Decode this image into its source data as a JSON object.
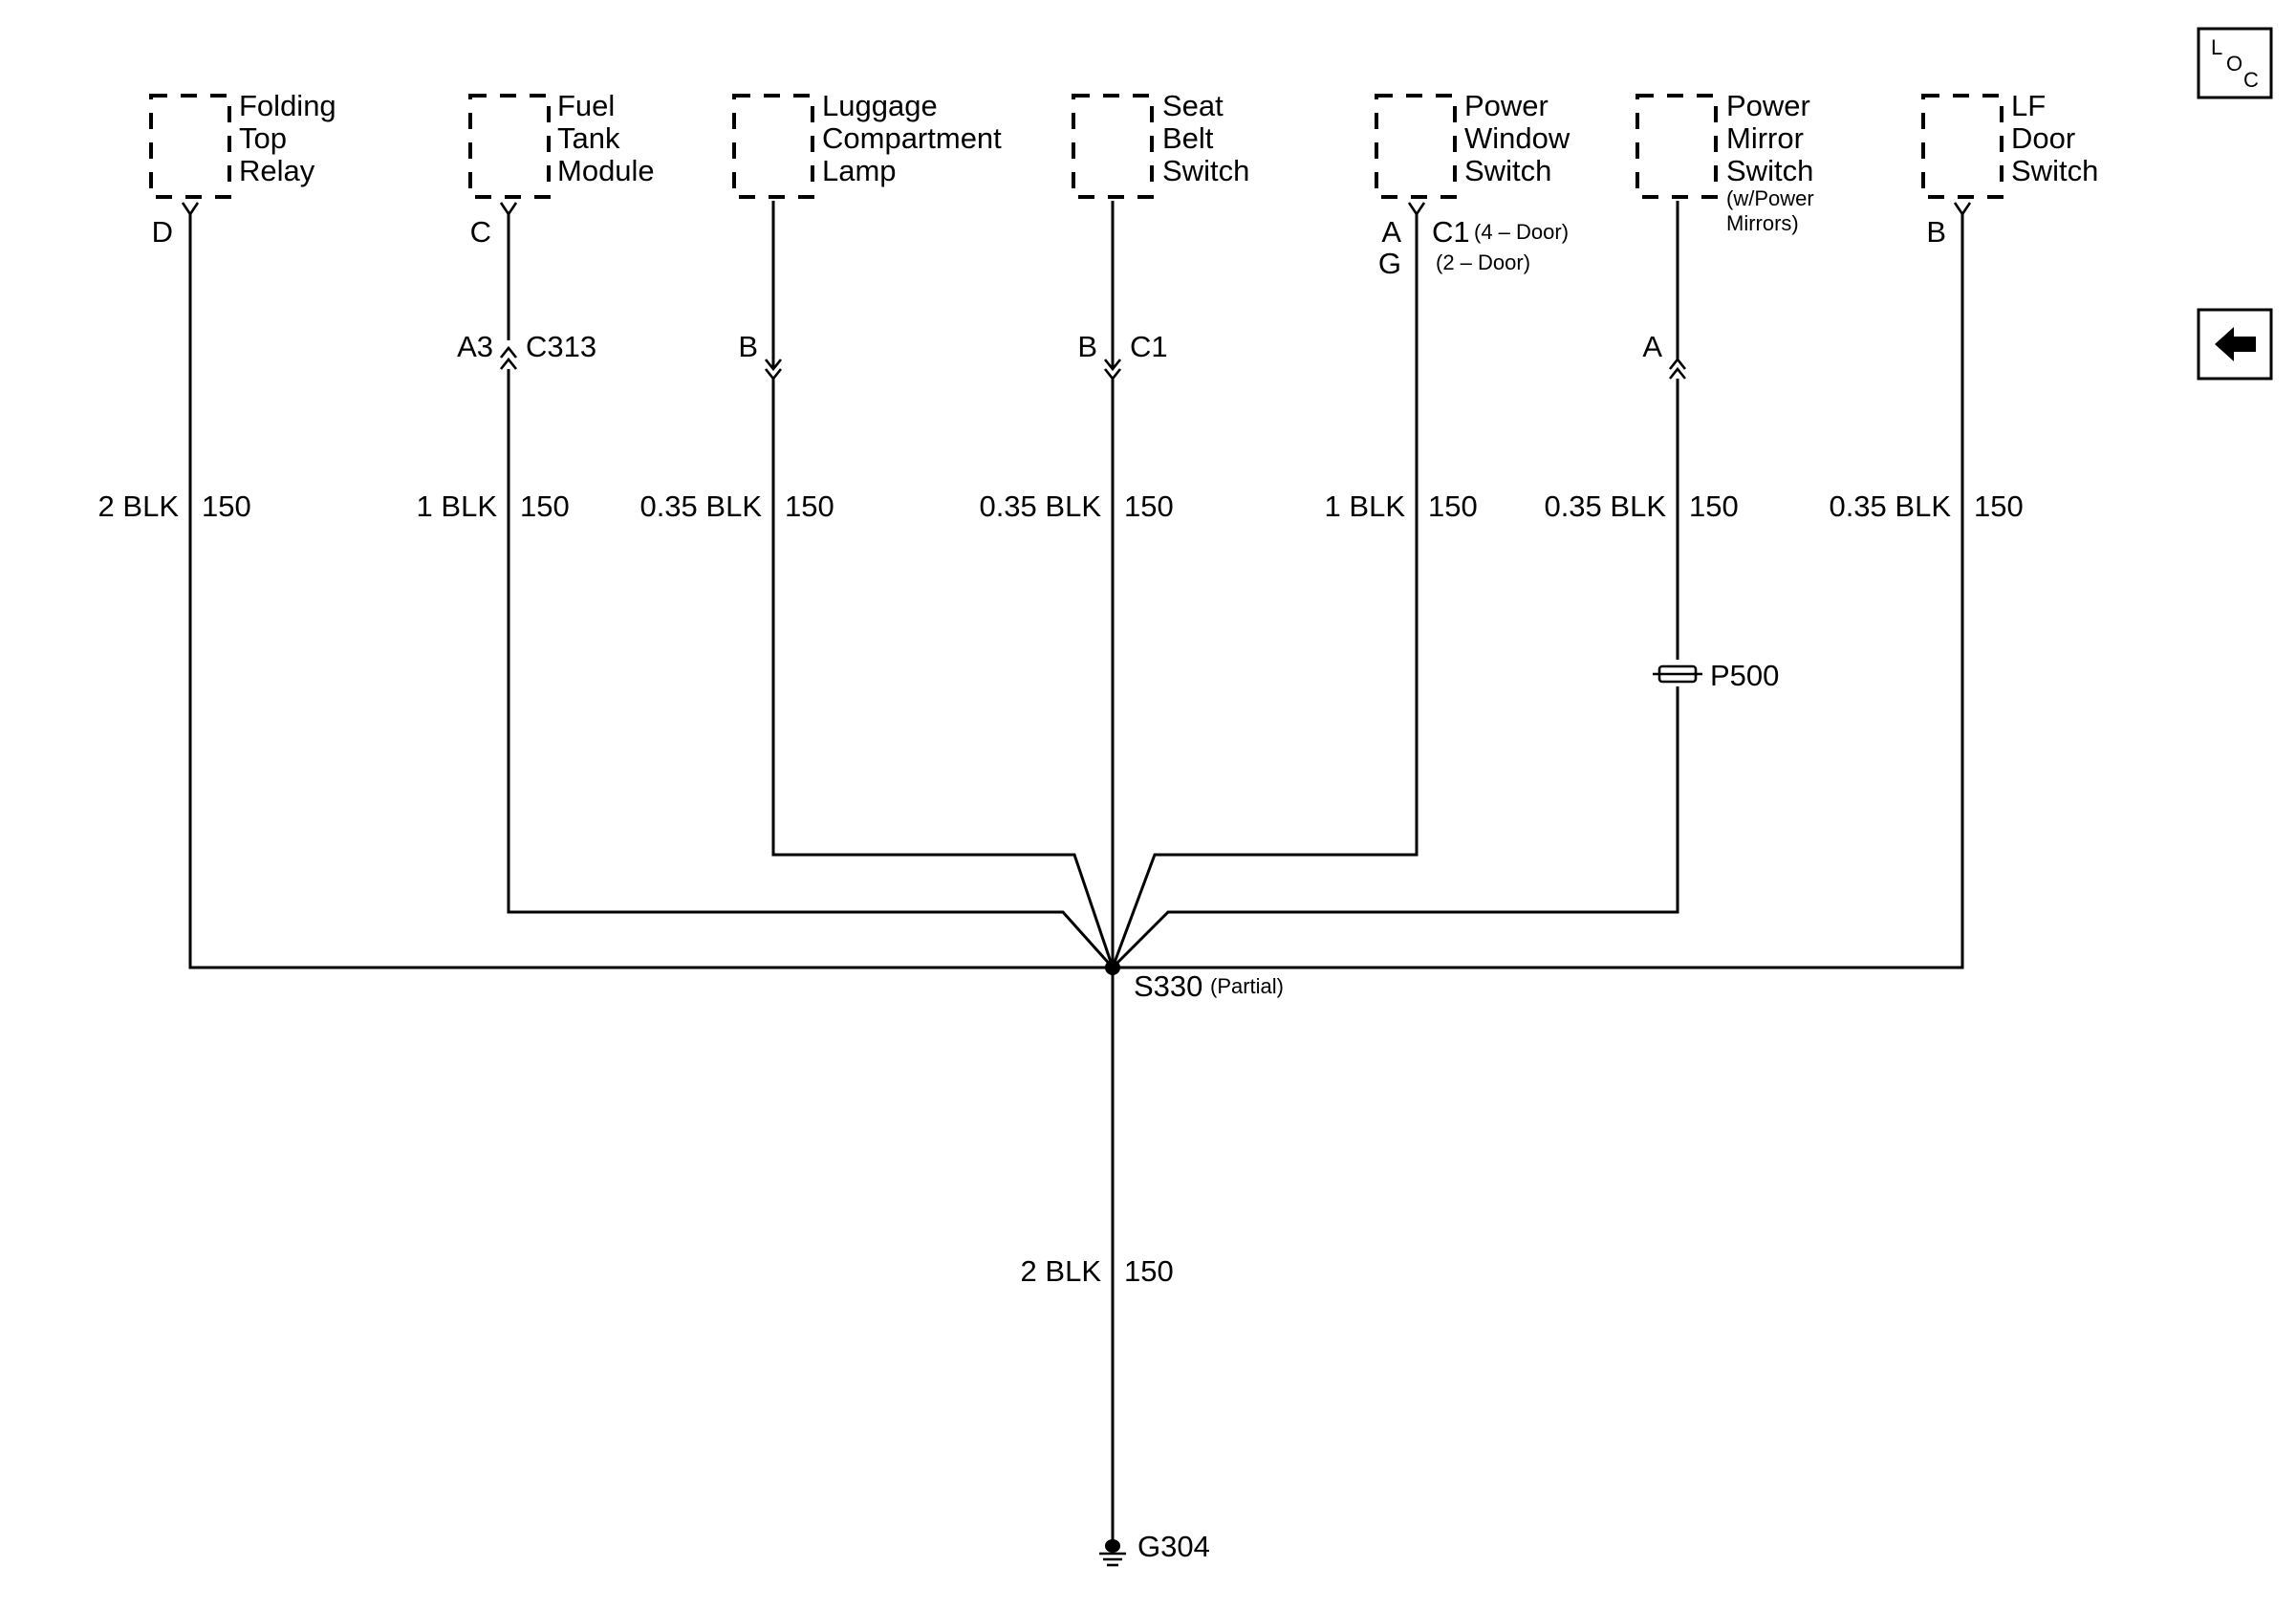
{
  "nav": {
    "loc_icon": "loc-icon",
    "loc_letters": [
      "L",
      "O",
      "C"
    ],
    "back_icon": "left-arrow-icon"
  },
  "components": [
    {
      "id": "folding-top-relay",
      "lines": [
        "Folding",
        "Top",
        "Relay"
      ],
      "pin_labels": [
        "D"
      ],
      "connector_pins": [],
      "connector": "",
      "wire_size_color": "2 BLK",
      "circuit": "150"
    },
    {
      "id": "fuel-tank-module",
      "lines": [
        "Fuel",
        "Tank",
        "Module"
      ],
      "pin_labels": [
        "C"
      ],
      "connector_pins": [
        "A3"
      ],
      "connector": "C313",
      "wire_size_color": "1 BLK",
      "circuit": "150"
    },
    {
      "id": "luggage-compartment-lamp",
      "lines": [
        "Luggage",
        "Compartment",
        "Lamp"
      ],
      "pin_labels": [],
      "connector_pins": [
        "B"
      ],
      "connector": "",
      "wire_size_color": "0.35 BLK",
      "circuit": "150"
    },
    {
      "id": "seat-belt-switch",
      "lines": [
        "Seat",
        "Belt",
        "Switch"
      ],
      "pin_labels": [],
      "connector_pins": [
        "B"
      ],
      "connector": "C1",
      "wire_size_color": "0.35 BLK",
      "circuit": "150"
    },
    {
      "id": "power-window-switch",
      "lines": [
        "Power",
        "Window",
        "Switch"
      ],
      "pin_labels": [
        "A",
        "G"
      ],
      "pin_connector": "C1",
      "pin_notes": [
        "(4 – Door)",
        "(2 – Door)"
      ],
      "connector_pins": [],
      "connector": "",
      "wire_size_color": "1 BLK",
      "circuit": "150"
    },
    {
      "id": "power-mirror-switch",
      "lines": [
        "Power",
        "Mirror",
        "Switch"
      ],
      "sublines": [
        "(w/Power",
        "Mirrors)"
      ],
      "pin_labels": [],
      "connector_pins": [
        "A"
      ],
      "connector": "",
      "wire_size_color": "0.35 BLK",
      "circuit": "150",
      "inline_device": "P500"
    },
    {
      "id": "lf-door-switch",
      "lines": [
        "LF",
        "Door",
        "Switch"
      ],
      "pin_labels": [
        "B"
      ],
      "connector_pins": [],
      "connector": "",
      "wire_size_color": "0.35 BLK",
      "circuit": "150"
    }
  ],
  "splice": {
    "label": "S330",
    "note": "(Partial)"
  },
  "trunk": {
    "wire_size_color": "2 BLK",
    "circuit": "150"
  },
  "ground": {
    "label": "G304"
  }
}
